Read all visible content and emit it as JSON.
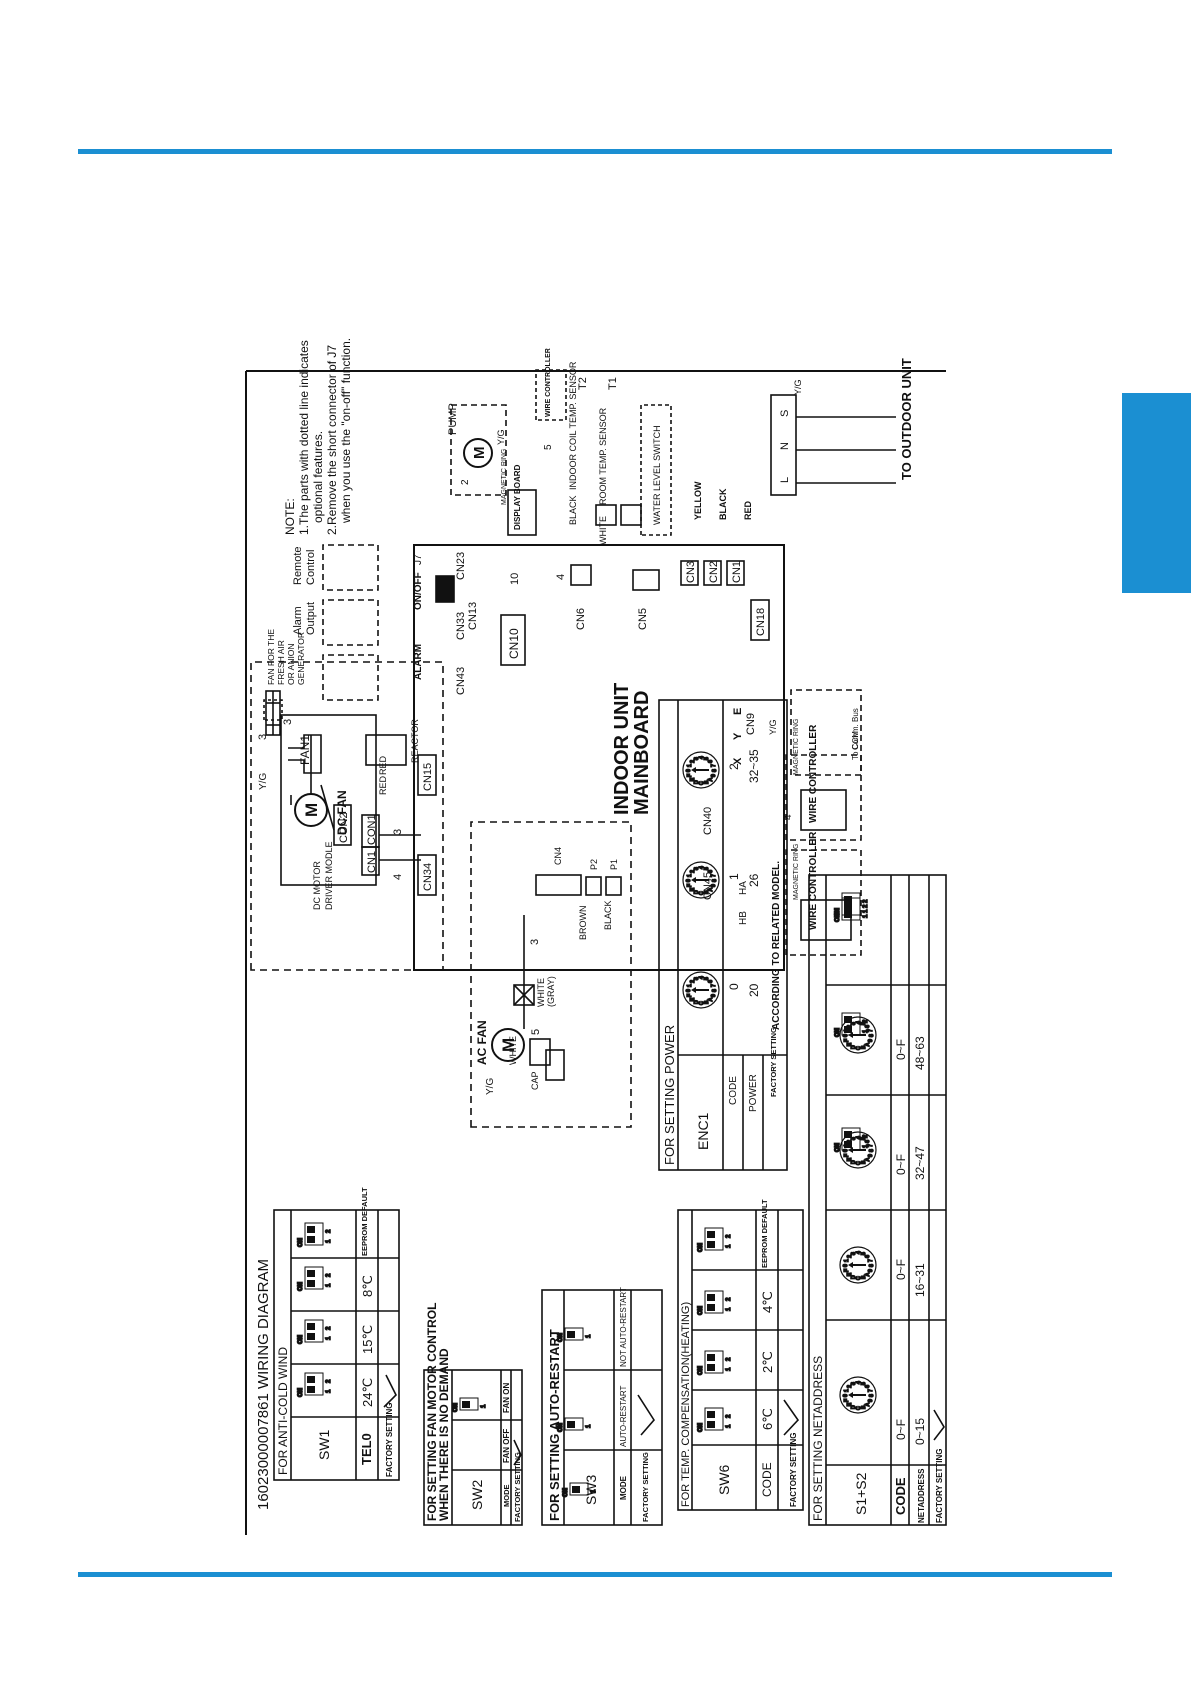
{
  "colors": {
    "accent": "#1b8fd2",
    "line": "#111111"
  },
  "header": {
    "title": "16023000007861  WIRING DIAGRAM"
  },
  "note": {
    "head": "NOTE:",
    "l1": "1.The parts with dotted line indicates",
    "l2": "optional features.",
    "l3": "2.Remove the short connector of J7",
    "l4": "when you use the \"on-off\" function."
  },
  "board": {
    "l1": "INDOOR UNIT",
    "l2": "MAINBOARD"
  },
  "conn": {
    "cn1": "CN1",
    "cn2": "CN2",
    "cn3": "CN3",
    "cn5": "CN5",
    "cn6": "CN6",
    "cn10": "CN10",
    "cn13": "CN13",
    "cn18": "CN18",
    "cn23": "CN23",
    "cn33": "CN33",
    "cn43": "CN43",
    "cn9": "CN9",
    "cn40": "CN40",
    "cn45": "CN45",
    "cn15": "CN15",
    "cn34": "CN34",
    "cn4": "CN4",
    "p1": "P1",
    "p2": "P2",
    "j7": "J7",
    "con1": "CON1",
    "con2": "CON2",
    "cn1b": "CN1",
    "fan1": "FAN1"
  },
  "labels": {
    "pump": "PUMP",
    "yg": "Y/G",
    "wire_controller": "WIRE CONTROLLER",
    "magnetic_ring": "MAGNETIC RING",
    "display_board": "DISPLAY BOARD",
    "t2": "T2",
    "t1": "T1",
    "indoor_coil": "INDOOR COIL TEMP. SENSOR",
    "room_temp": "ROOM TEMP. SENSOR",
    "water_level": "WATER LEVEL SWITCH",
    "black": "BLACK",
    "white": "WHITE",
    "yellow": "YELLOW",
    "red": "RED",
    "to_outdoor": "TO  OUTDOOR  UNIT",
    "l": "L",
    "n": "N",
    "s": "S",
    "alarm": "ALARM",
    "onoff": "ON/OFF",
    "remote": "Remote",
    "control": "Control",
    "alarm2": "Alarm",
    "output": "Output",
    "fan_fresh_1": "FAN FOR THE",
    "fan_fresh_2": "FRESH AIR",
    "fan_fresh_3": "OR ANION",
    "fan_fresh_4": "GENERATOR",
    "to_ccm1": "To CCM",
    "to_ccm2": "Comm. Bus",
    "x": "X",
    "y": "Y",
    "e": "E",
    "hb": "HB",
    "ha": "HA",
    "reactor": "REACTOR",
    "dc_motor_1": "DC MOTOR",
    "dc_motor_2": "DRIVER MODLE",
    "dc_fan": "DC  FAN",
    "ac_fan": "AC  FAN",
    "white_gray_1": "WHITE",
    "white_gray_2": "(GRAY)",
    "brown": "BROWN",
    "cap": "CAP",
    "m": "M"
  },
  "nums": {
    "n2": "2",
    "n3": "3",
    "n4": "4",
    "n5": "5",
    "n10": "10"
  },
  "sw1": {
    "title": "FOR ANTI-COLD WIND",
    "name": "SW1",
    "row": "TEL0",
    "fs": "FACTORY SETTING",
    "values": [
      "24℃",
      "15℃",
      "8℃",
      "EEPROM DEFAULT"
    ]
  },
  "sw2": {
    "title1": "FOR SETTING FAN MOTOR CONTROL",
    "title2": "WHEN THERE IS NO DEMAND",
    "name": "SW2",
    "mode": "MODE",
    "fs": "FACTORY SETTING",
    "values": [
      "FAN OFF",
      "FAN ON"
    ]
  },
  "sw3": {
    "title": "FOR SETTING AUTO-RESTART",
    "name": "SW3",
    "mode": "MODE",
    "fs": "FACTORY SETTING",
    "values": [
      "AUTO-RESTART",
      "NOT AUTO-RESTART"
    ]
  },
  "sw6": {
    "title": "FOR TEMP. COMPENSATION(HEATING)",
    "name": "SW6",
    "code": "CODE",
    "fs": "FACTORY SETTING",
    "values": [
      "6℃",
      "2℃",
      "4℃",
      "EEPROM DEFAULT"
    ]
  },
  "enc1": {
    "title": "FOR SETTING POWER",
    "name": "ENC1",
    "code": "CODE",
    "power": "POWER",
    "fs": "FACTORY SETTING",
    "codes": [
      "0",
      "1",
      "2"
    ],
    "powers": [
      "20",
      "26",
      "32~35"
    ],
    "note": "ACCORDING TO RELATED MODEL."
  },
  "net": {
    "title": "FOR SETTING NETADDRESS",
    "name": "S1+S2",
    "code": "CODE",
    "netaddress": "NETADDRESS",
    "fs": "FACTORY SETTING",
    "codes": [
      "0~F",
      "0~F",
      "0~F",
      "0~F"
    ],
    "addrs": [
      "0~15",
      "16~31",
      "32~47",
      "48~63"
    ]
  },
  "dip": {
    "on": "ON",
    "one": "1",
    "two": "2"
  },
  "dial": {
    "digits": "0123456789ABCDEF"
  }
}
